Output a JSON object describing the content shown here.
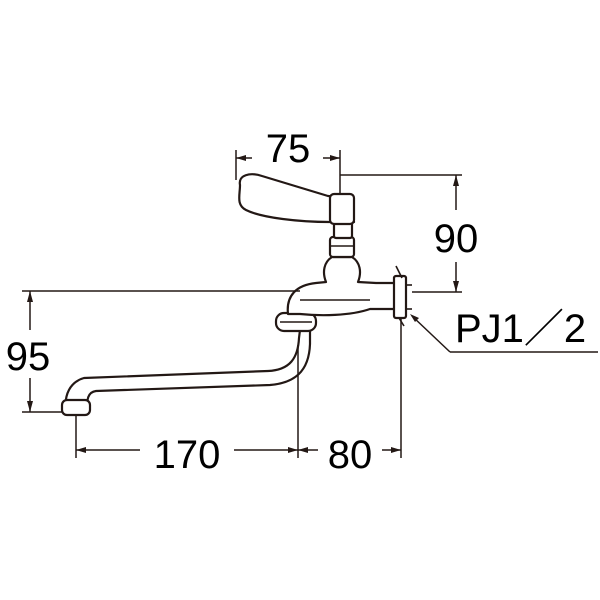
{
  "drawing": {
    "dimensions": {
      "handle_length": "75",
      "handle_height": "90",
      "spout_height": "95",
      "spout_reach": "170",
      "body_length": "80"
    },
    "thread_label": "PJ1／2"
  }
}
